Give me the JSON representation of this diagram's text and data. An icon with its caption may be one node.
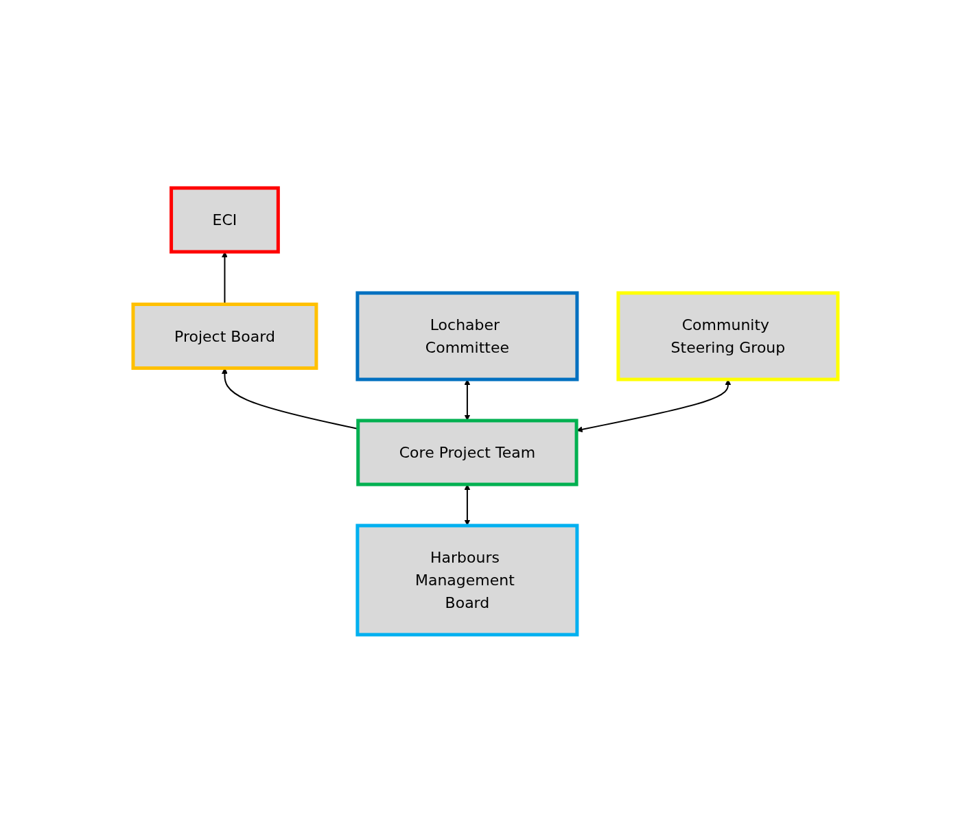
{
  "diagram": {
    "nodes": [
      {
        "text": [
          "ECI"
        ]
      },
      {
        "text": [
          "Project Board"
        ]
      },
      {
        "text": [
          "Harbours Management Board"
        ]
      },
      {
        "text": [
          "Core Project Team"
        ]
      },
      {
        "text": [
          "Lochaber Committee"
        ]
      },
      {
        "text": [
          "Community Steering Group"
        ]
      }
    ],
    "edges": [
      {
        "from": 1,
        "to": 0,
        "arrow": "to"
      },
      {
        "from": 3,
        "to": 1,
        "arrow": "to"
      },
      {
        "from": 2,
        "to": 3,
        "arrow": "both"
      },
      {
        "from": 3,
        "to": 4,
        "arrow": "both"
      },
      {
        "from": 3,
        "to": 5,
        "arrow": "both"
      }
    ]
  }
}
